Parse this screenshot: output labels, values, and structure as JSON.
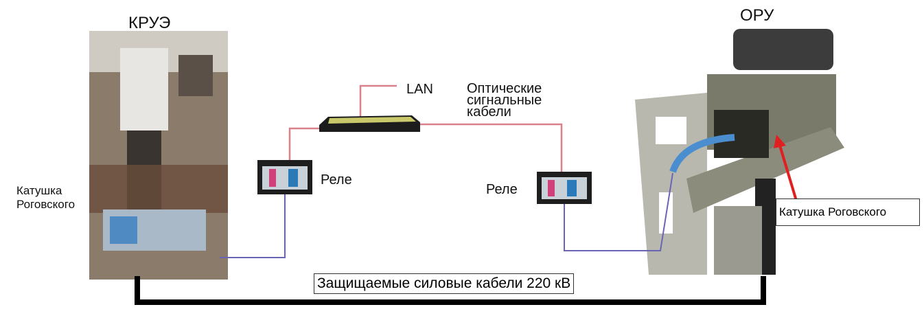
{
  "labels": {
    "kruye": "КРУЭ",
    "oru": "ОРУ",
    "lan": "LAN",
    "optical_cables": [
      "Оптические",
      "сигнальные",
      "кабели"
    ],
    "relay_left": "Реле",
    "relay_right": "Реле",
    "rogowski_left": [
      "Катушка",
      "Роговского"
    ],
    "rogowski_right": "Катушка Роговского",
    "power_cables": "Защищаемые силовые кабели 220 кВ"
  },
  "colors": {
    "optical": "#d9808a",
    "signal": "#6a64b4",
    "power": "#000000",
    "arrow": "#e02020"
  }
}
